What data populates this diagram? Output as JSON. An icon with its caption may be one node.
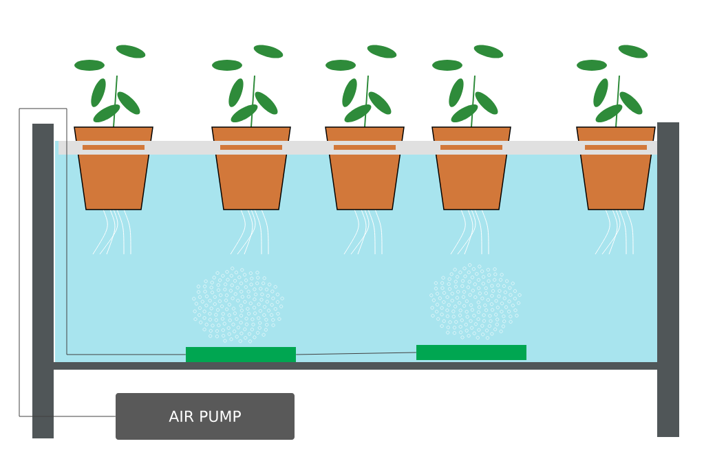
{
  "diagram": {
    "nodes": [
      {
        "text": [
          "AIR PUMP"
        ]
      },
      {
        "text": [],
        "shape": "bar"
      },
      {
        "text": [],
        "shape": "bar"
      }
    ],
    "edges": [
      {
        "from": 0,
        "to": 1,
        "arrow": "none"
      },
      {
        "from": 1,
        "to": 2,
        "arrow": "none"
      }
    ]
  }
}
